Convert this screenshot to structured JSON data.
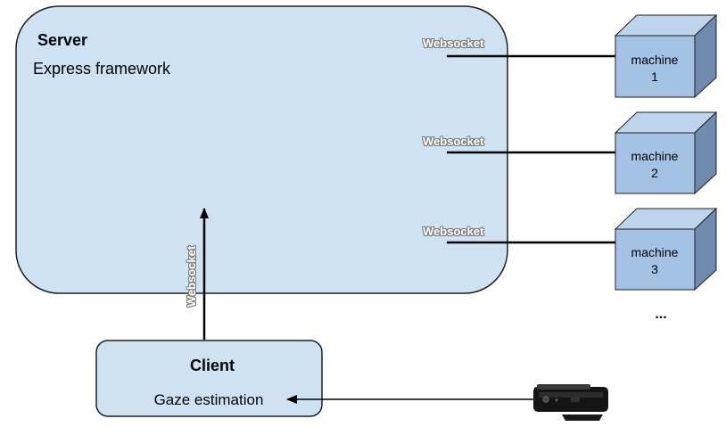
{
  "server": {
    "title": "Server",
    "subtitle": "Express framework"
  },
  "client": {
    "title": "Client",
    "subtitle": "Gaze estimation"
  },
  "connection_label": "Websocket",
  "machines": [
    {
      "line1": "machine",
      "line2": "1"
    },
    {
      "line1": "machine",
      "line2": "2"
    },
    {
      "line1": "machine",
      "line2": "3"
    }
  ],
  "more": "...",
  "colors": {
    "box_fill": "#cfe2f3",
    "box_stroke": "#1f1f1f",
    "cube_front": "#a4c2e4",
    "cube_top": "#bed3ec",
    "cube_side": "#6f8cb0",
    "arrow": "#000000",
    "label_glow": "#7a7a7a"
  },
  "icons": {
    "sensor": "depth-camera-icon"
  }
}
